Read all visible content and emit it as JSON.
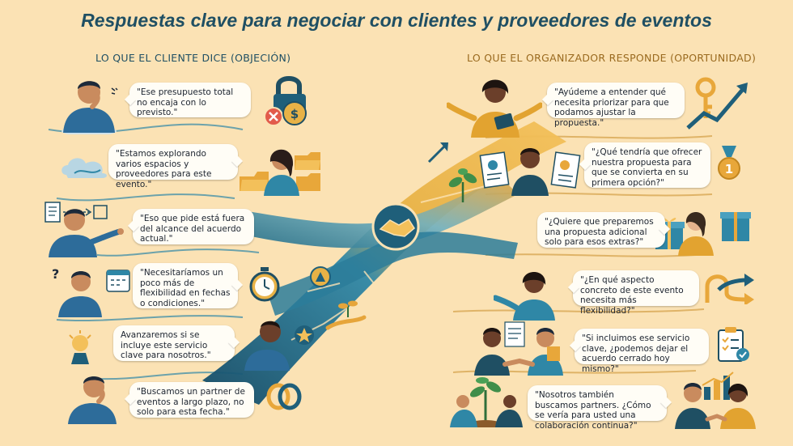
{
  "title": "Respuestas clave para negociar con clientes y proveedores de eventos",
  "left_header": "LO QUE EL CLIENTE DICE (OBJECIÓN)",
  "right_header": "LO QUE EL ORGANIZADOR RESPONDE (OPORTUNIDAD)",
  "objections": [
    "\"Ese presupuesto total no encaja con lo previsto.\"",
    "\"Estamos explorando varios espacios y proveedores para este evento.\"",
    "\"Eso que pide está fuera del alcance del acuerdo actual.\"",
    "\"Necesitaríamos un poco más de flexibilidad en fechas o condiciones.\"",
    "Avanzaremos si se incluye este servicio clave para nosotros.\"",
    "\"Buscamos un partner de eventos a largo plazo, no solo para esta fecha.\""
  ],
  "responses": [
    "\"Ayúdeme a entender qué necesita priorizar para que podamos ajustar la propuesta.\"",
    "\"¿Qué tendría que ofrecer nuestra propuesta para que se convierta en su primera opción?\"",
    "\"¿Quiere que preparemos una propuesta adicional solo para esos extras?\"",
    "\"¿En qué aspecto concreto de este evento necesita más flexibilidad?\"",
    "\"Si incluimos ese servicio clave, ¿podemos dejar el acuerdo cerrado hoy mismo?\"",
    "\"Nosotros también buscamos partners. ¿Cómo se vería para usted una colaboración continua?\""
  ],
  "icon_labels": {
    "dollar": "$",
    "question": "?",
    "medal": "1"
  },
  "colors": {
    "background": "#fbe2b4",
    "teal": "#1f5f7a",
    "gold": "#e2a330",
    "navy": "#1f4f63",
    "ochre": "#9a6a1f"
  }
}
